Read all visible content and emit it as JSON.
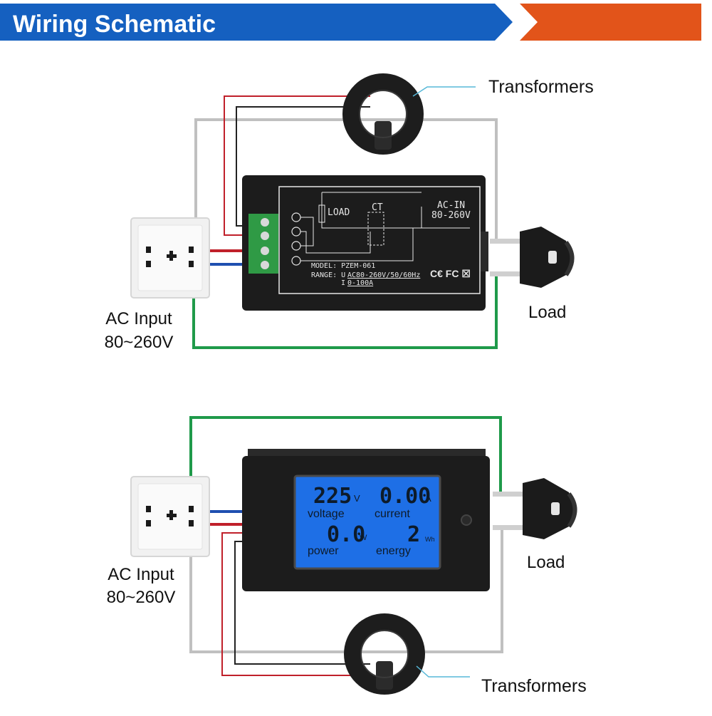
{
  "header": {
    "title": "Wiring Schematic"
  },
  "top": {
    "transformers_label": "Transformers",
    "ac_input_line1": "AC Input",
    "ac_input_line2": "80~260V",
    "load_label": "Load",
    "panel": {
      "load": "LOAD",
      "ct": "CT",
      "ac_in": "AC-IN",
      "ac_in_range": "80-260V",
      "model": "MODEL: PZEM-061",
      "range_prefix": "RANGE: U",
      "range_u": "AC80-260V/50/60Hz",
      "range_i_prefix": "I",
      "range_i": "0-100A",
      "marks": "C€ FC ☒"
    }
  },
  "bottom": {
    "transformers_label": "Transformers",
    "ac_input_line1": "AC Input",
    "ac_input_line2": "80~260V",
    "load_label": "Load",
    "lcd": {
      "voltage_value": "225",
      "voltage_unit": "V",
      "voltage_label": "voltage",
      "current_value": "0.00",
      "current_unit": "A",
      "current_label": "current",
      "power_value": "0.0",
      "power_unit": "W",
      "power_label": "power",
      "energy_value": "2",
      "energy_unit": "Wh",
      "energy_label": "energy"
    }
  },
  "colors": {
    "header_blue": "#1560c0",
    "header_orange": "#e2541a",
    "wire_red": "#c0202a",
    "wire_blue": "#1f4fb0",
    "wire_green": "#1f9a4a",
    "wire_gray": "#c0c0c0",
    "lcd_blue": "#1e6fe6",
    "callout": "#56b8d8"
  }
}
